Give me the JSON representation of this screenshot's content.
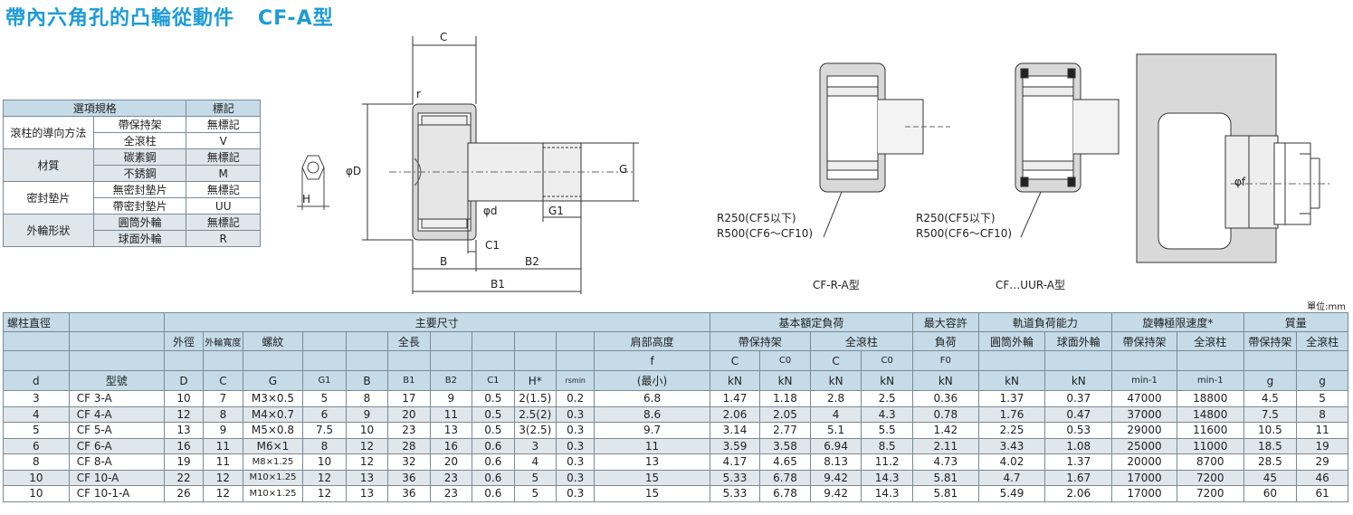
{
  "title": "帶內六角孔的凸輪從動件",
  "model_label": "CF-A型",
  "unit_label": "單位:mm",
  "options": {
    "headers": [
      "選項規格",
      "標記"
    ],
    "rows": [
      {
        "group": "滾柱的導向方法",
        "items": [
          {
            "spec": "帶保持架",
            "mark": "無標記"
          },
          {
            "spec": "全滾柱",
            "mark": "V"
          }
        ]
      },
      {
        "group": "材質",
        "items": [
          {
            "spec": "碳素鋼",
            "mark": "無標記"
          },
          {
            "spec": "不銹鋼",
            "mark": "M"
          }
        ]
      },
      {
        "group": "密封墊片",
        "items": [
          {
            "spec": "無密封墊片",
            "mark": "無標記"
          },
          {
            "spec": "帶密封墊片",
            "mark": "UU"
          }
        ]
      },
      {
        "group": "外輪形狀",
        "items": [
          {
            "spec": "圓筒外輪",
            "mark": "無標記"
          },
          {
            "spec": "球面外輪",
            "mark": "R"
          }
        ]
      }
    ]
  },
  "drawing": {
    "dim_C": "C",
    "dim_r": "r",
    "dim_D": "φD",
    "dim_G": "G",
    "dim_d": "φd",
    "dim_G1": "G1",
    "dim_C1": "C1",
    "dim_B": "B",
    "dim_B2": "B2",
    "dim_B1": "B1",
    "dim_H": "H",
    "dim_f": "φf",
    "fig1_r1": "R250(CF5以下)",
    "fig1_r2": "R500(CF6～CF10)",
    "fig1_name": "CF-R-A型",
    "fig2_r1": "R250(CF5以下)",
    "fig2_r2": "R500(CF6～CF10)",
    "fig2_name": "CF…UUR-A型"
  },
  "table": {
    "h_bolt": "螺柱直徑",
    "h_main": "主要尺寸",
    "h_load": "基本額定負荷",
    "h_maxload1": "最大容許",
    "h_maxload2": "負荷",
    "h_track": "軌道負荷能力",
    "h_speed": "旋轉極限速度*",
    "h_mass": "質量",
    "h_outer": "外徑",
    "h_width": "外輪寬度",
    "h_thread": "螺紋",
    "h_total": "全長",
    "h_shoulder": "肩部高度",
    "h_cage": "帶保持架",
    "h_full": "全滾柱",
    "h_cyl": "圓筒外輪",
    "h_sph": "球面外輪",
    "h_speed_cage": "帶保持架",
    "h_speed_full": "全滾柱",
    "h_mass_cage": "帶保持架",
    "h_mass_full": "全滾柱",
    "h_f": "f",
    "h_C": "C",
    "h_C0": "C0",
    "h_C2": "C",
    "h_C02": "C0",
    "h_F0": "F0",
    "s_d": "d",
    "s_model": "型號",
    "s_D": "D",
    "s_C": "C",
    "s_G": "G",
    "s_G1": "G1",
    "s_B": "B",
    "s_B1": "B1",
    "s_B2": "B2",
    "s_C1": "C1",
    "s_H": "H*",
    "s_r": "rsmin",
    "s_f": "(最小)",
    "s_kN1": "kN",
    "s_kN2": "kN",
    "s_kN3": "kN",
    "s_kN4": "kN",
    "s_kN5": "kN",
    "s_kN6": "kN",
    "s_kN7": "kN",
    "s_min1": "min-1",
    "s_min2": "min-1",
    "s_g1": "g",
    "s_g2": "g",
    "rows": [
      [
        "3",
        "CF 3-A",
        "10",
        "7",
        "M3×0.5",
        "5",
        "8",
        "17",
        "9",
        "0.5",
        "2(1.5)",
        "0.2",
        "6.8",
        "1.47",
        "1.18",
        "2.8",
        "2.5",
        "0.36",
        "1.37",
        "0.37",
        "47000",
        "18800",
        "4.5",
        "5"
      ],
      [
        "4",
        "CF 4-A",
        "12",
        "8",
        "M4×0.7",
        "6",
        "9",
        "20",
        "11",
        "0.5",
        "2.5(2)",
        "0.3",
        "8.6",
        "2.06",
        "2.05",
        "4",
        "4.3",
        "0.78",
        "1.76",
        "0.47",
        "37000",
        "14800",
        "7.5",
        "8"
      ],
      [
        "5",
        "CF 5-A",
        "13",
        "9",
        "M5×0.8",
        "7.5",
        "10",
        "23",
        "13",
        "0.5",
        "3(2.5)",
        "0.3",
        "9.7",
        "3.14",
        "2.77",
        "5.1",
        "5.5",
        "1.42",
        "2.25",
        "0.53",
        "29000",
        "11600",
        "10.5",
        "11"
      ],
      [
        "6",
        "CF 6-A",
        "16",
        "11",
        "M6×1",
        "8",
        "12",
        "28",
        "16",
        "0.6",
        "3",
        "0.3",
        "11",
        "3.59",
        "3.58",
        "6.94",
        "8.5",
        "2.11",
        "3.43",
        "1.08",
        "25000",
        "11000",
        "18.5",
        "19"
      ],
      [
        "8",
        "CF 8-A",
        "19",
        "11",
        "M8×1.25",
        "10",
        "12",
        "32",
        "20",
        "0.6",
        "4",
        "0.3",
        "13",
        "4.17",
        "4.65",
        "8.13",
        "11.2",
        "4.73",
        "4.02",
        "1.37",
        "20000",
        "8700",
        "28.5",
        "29"
      ],
      [
        "10",
        "CF 10-A",
        "22",
        "12",
        "M10×1.25",
        "12",
        "13",
        "36",
        "23",
        "0.6",
        "5",
        "0.3",
        "15",
        "5.33",
        "6.78",
        "9.42",
        "14.3",
        "5.81",
        "4.7",
        "1.67",
        "17000",
        "7200",
        "45",
        "46"
      ],
      [
        "10",
        "CF 10-1-A",
        "26",
        "12",
        "M10×1.25",
        "12",
        "13",
        "36",
        "23",
        "0.6",
        "5",
        "0.3",
        "15",
        "5.33",
        "6.78",
        "9.42",
        "14.3",
        "5.81",
        "5.49",
        "2.06",
        "17000",
        "7200",
        "60",
        "61"
      ]
    ]
  }
}
